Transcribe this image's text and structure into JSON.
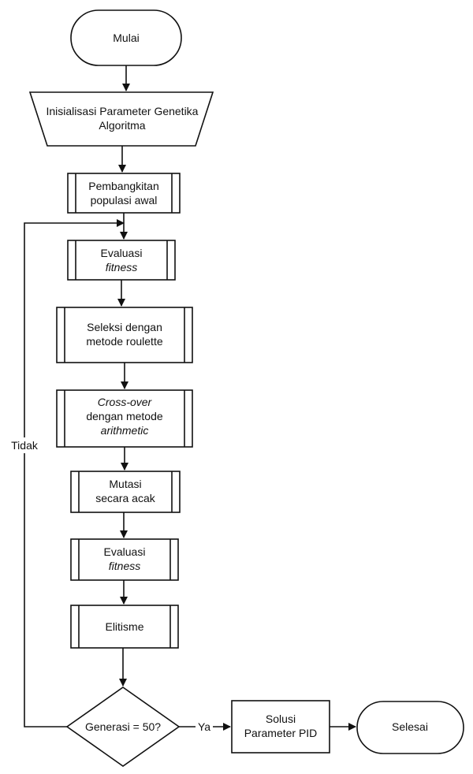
{
  "diagram": {
    "start": "Mulai",
    "init": {
      "line1": "Inisialisasi Parameter Genetika",
      "line2": "Algoritma"
    },
    "init_pop": {
      "line1": "Pembangkitan",
      "line2": "populasi awal"
    },
    "eval1": {
      "line1": "Evaluasi",
      "line2": "fitness"
    },
    "selection": {
      "line1": "Seleksi dengan",
      "line2": "metode roulette"
    },
    "crossover": {
      "line1": "Cross-over",
      "line2": "dengan metode",
      "line3": "arithmetic"
    },
    "mutation": {
      "line1": "Mutasi",
      "line2": "secara acak"
    },
    "eval2": {
      "line1": "Evaluasi",
      "line2": "fitness"
    },
    "elitism": "Elitisme",
    "decision": "Generasi = 50?",
    "yes_label": "Ya",
    "no_label": "Tidak",
    "solution": {
      "line1": "Solusi",
      "line2": "Parameter PID"
    },
    "end": "Selesai"
  }
}
